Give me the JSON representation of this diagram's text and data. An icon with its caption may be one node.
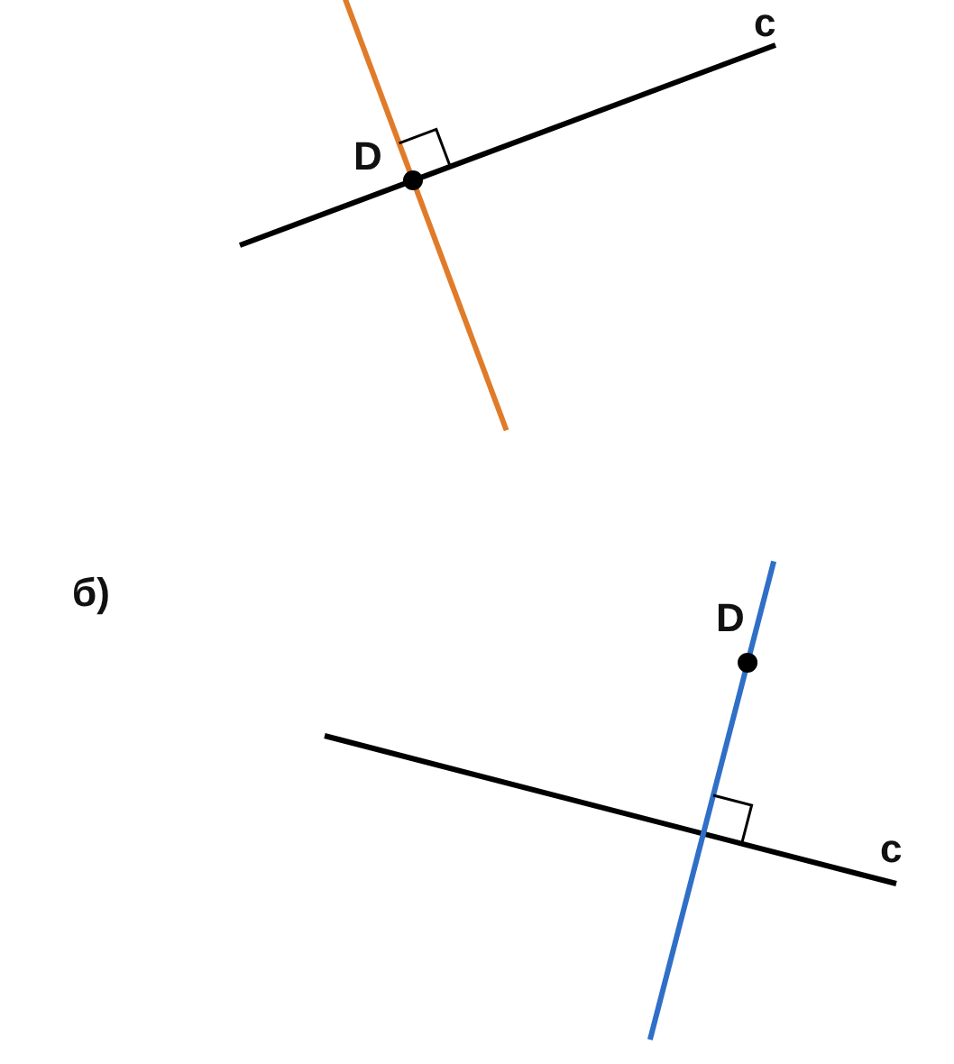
{
  "diagram": {
    "labels": [
      "c",
      "D",
      "б)",
      "D",
      "c"
    ]
  }
}
